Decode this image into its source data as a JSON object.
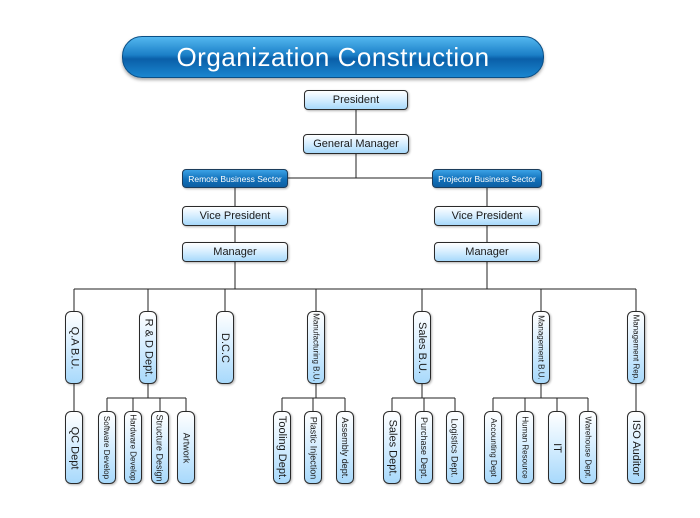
{
  "title": "Organization Construction",
  "top": {
    "president": "President",
    "general_manager": "General Manager"
  },
  "sectors": {
    "remote": "Remote Business Sector",
    "projector": "Projector Business Sector"
  },
  "left_branch": {
    "vice_president": "Vice President",
    "manager": "Manager"
  },
  "right_branch": {
    "vice_president": "Vice President",
    "manager": "Manager"
  },
  "departments": {
    "qa": "Q.A B.U.",
    "rd": "R & D Dept.",
    "dcc": "D.C.C",
    "manufacturing": "Manufacturing B.U.",
    "sales": "Sales B.U.",
    "management_bu": "Management B.U.",
    "management_rep": "Management Rep."
  },
  "sub_units": {
    "qc_dept": "QC Dept",
    "software_develop": "Software Develop",
    "hardware_develop": "Hardware Develop",
    "structure_design": "Structure Design",
    "artwork": "Artwork",
    "tooling_dept": "Tooling Dept.",
    "plastic_injection": "Plastic Injection",
    "assembly_dept": "Assembly dept.",
    "sales_dept": "Sales Dept.",
    "purchase_dept": "Purchase Dept.",
    "logistics_dept": "Logistics Dept.",
    "accounting_dept": "Accounting Dept",
    "human_resource": "Human Resource",
    "it": "IT",
    "warehouse_dept": "Warehouse Dept.",
    "iso_auditor": "ISO Auditor"
  }
}
